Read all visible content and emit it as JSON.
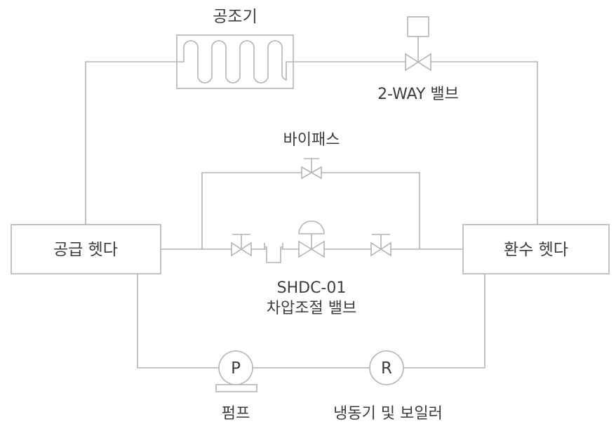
{
  "labels": {
    "air_handler": "공조기",
    "two_way_valve": "2-WAY 밸브",
    "bypass": "바이패스",
    "supply_header": "공급 헷다",
    "return_header": "환수 헷다",
    "dp_valve_code": "SHDC-01",
    "dp_valve_name": "차압조절  밸브",
    "pump_symbol": "P",
    "pump": "펌프",
    "chiller_symbol": "R",
    "chiller_boiler": "냉동기 및 보일러"
  }
}
